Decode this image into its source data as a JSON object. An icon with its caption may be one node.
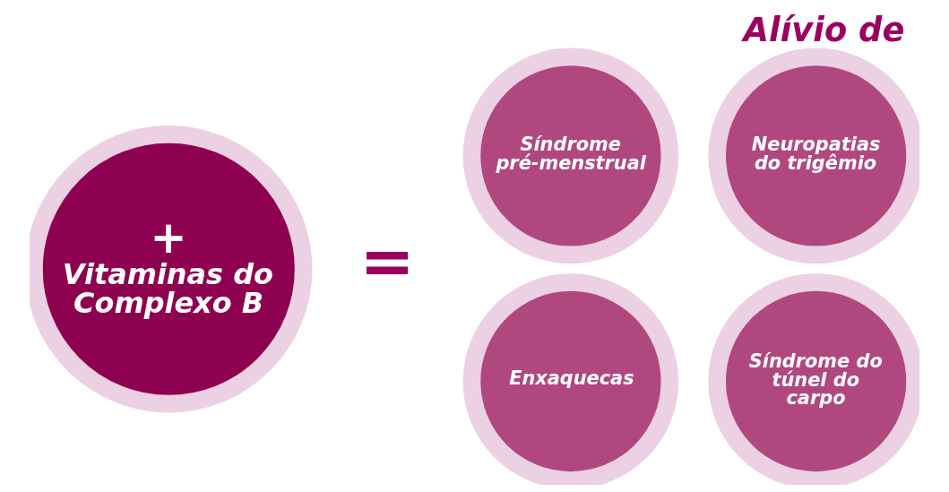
{
  "diagram": {
    "title": "Alívio de",
    "nodes": [
      {
        "text": [
          "+",
          "Vitaminas do Complexo B"
        ]
      },
      {
        "text": [
          "Síndrome pré-menstrual"
        ]
      },
      {
        "text": [
          "Neuropatias do trigêmio"
        ]
      },
      {
        "text": [
          "Enxaquecas"
        ]
      },
      {
        "text": [
          "Síndrome do túnel do carpo"
        ]
      }
    ],
    "edges": [],
    "labels": [
      "="
    ]
  }
}
